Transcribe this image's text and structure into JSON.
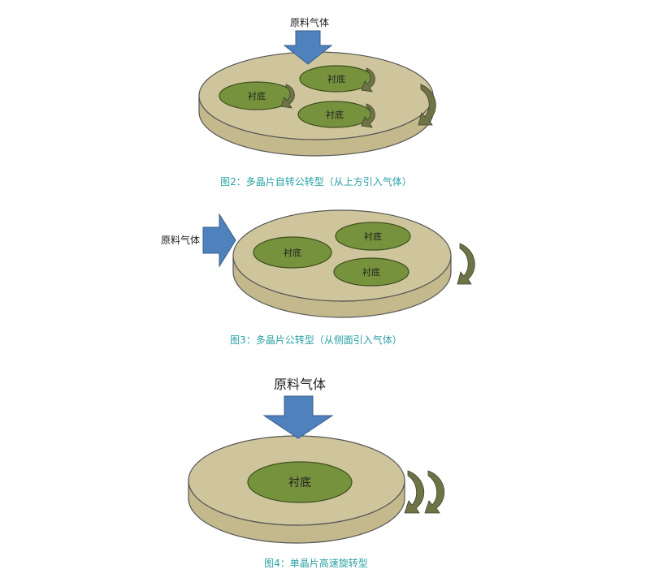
{
  "colors": {
    "disk_top": "#cfc59c",
    "disk_side": "#c4b98d",
    "disk_stroke": "#555555",
    "substrate_fill": "#77923c",
    "substrate_stroke": "#3c4f1e",
    "arrow_blue": "#4f81bd",
    "arrow_blue_stroke": "#385d8a",
    "rotation_arrow": "#6e7448",
    "caption": "#2aa1a5",
    "label": "#222222"
  },
  "figure2": {
    "gas_label": "原料气体",
    "substrates": [
      "衬底",
      "衬底",
      "衬底"
    ],
    "caption": "图2：多晶片自转公转型（从上方引入气体）"
  },
  "figure3": {
    "gas_label": "原料气体",
    "substrates": [
      "衬底",
      "衬底",
      "衬底"
    ],
    "caption": "图3：多晶片公转型（从侧面引入气体）"
  },
  "figure4": {
    "gas_label": "原料气体",
    "substrate": "衬底",
    "caption": "图4：单晶片高速旋转型"
  }
}
